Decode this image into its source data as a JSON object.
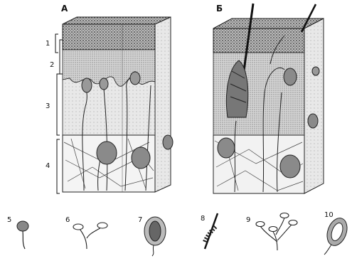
{
  "panels": {
    "left_letter": "А",
    "right_letter": "Б"
  },
  "layers": {
    "l1": "1",
    "l2": "2",
    "l3": "3",
    "l4": "4"
  },
  "receptors": {
    "r5": "5",
    "r6": "6",
    "r7": "7",
    "r8": "8",
    "r9": "9",
    "r10": "10"
  }
}
